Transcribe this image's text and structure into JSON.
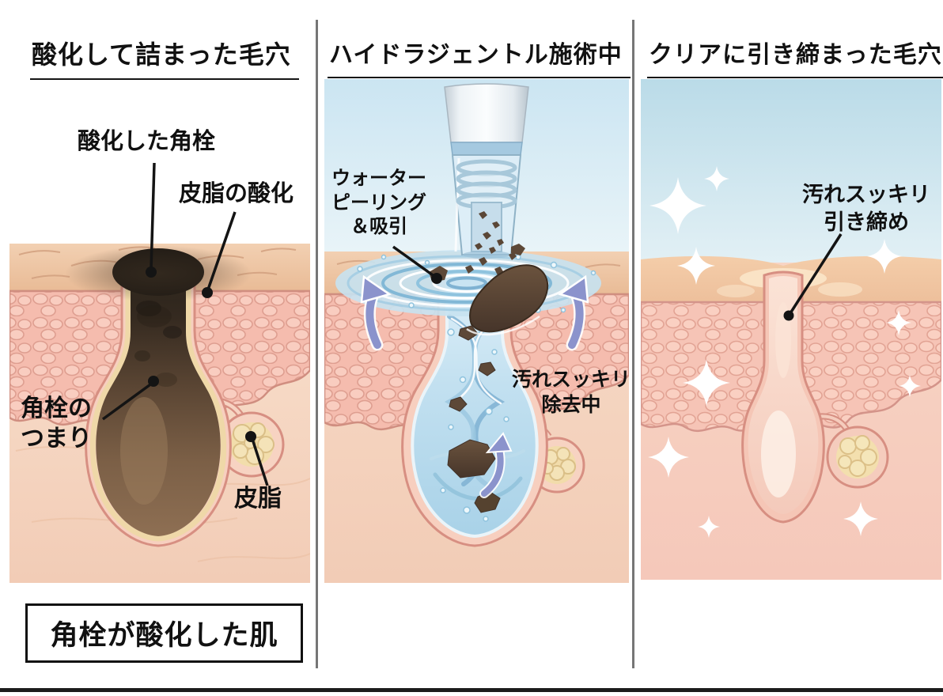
{
  "panels": {
    "left": {
      "title": "酸化して詰まった毛穴",
      "labels": {
        "oxidized_plug": "酸化した角栓",
        "sebum_oxidation": "皮脂の酸化",
        "plug_clog": "角栓の\nつまり",
        "sebum": "皮脂"
      },
      "caption": "角栓が酸化した肌"
    },
    "middle": {
      "title": "ハイドラジェントル施術中",
      "labels": {
        "water_peeling": "ウォーター\nピーリング\n＆吸引",
        "dirt_removal": "汚れスッキリ\n除去中"
      }
    },
    "right": {
      "title": "クリアに引き締まった毛穴",
      "labels": {
        "clean_tighten": "汚れスッキリ\n引き締め"
      }
    }
  },
  "colors": {
    "divider": "#767676",
    "underline": "#161616",
    "label_text": "#101010",
    "skin_surface": "#f0cdae",
    "dermis_pink": "#f5bcae",
    "pore_wall": "#d78f82",
    "plug_dark": "#221c16",
    "plug_brown": "#7b5f46",
    "sebum_yellow": "#f1dcaa",
    "water_blue": "#bcdcee",
    "sky_blue": "#cbe5f2",
    "arrow_purple": "#8b93cc",
    "sparkle_white": "#ffffff",
    "bottom_rule": "#1c1c1c"
  }
}
